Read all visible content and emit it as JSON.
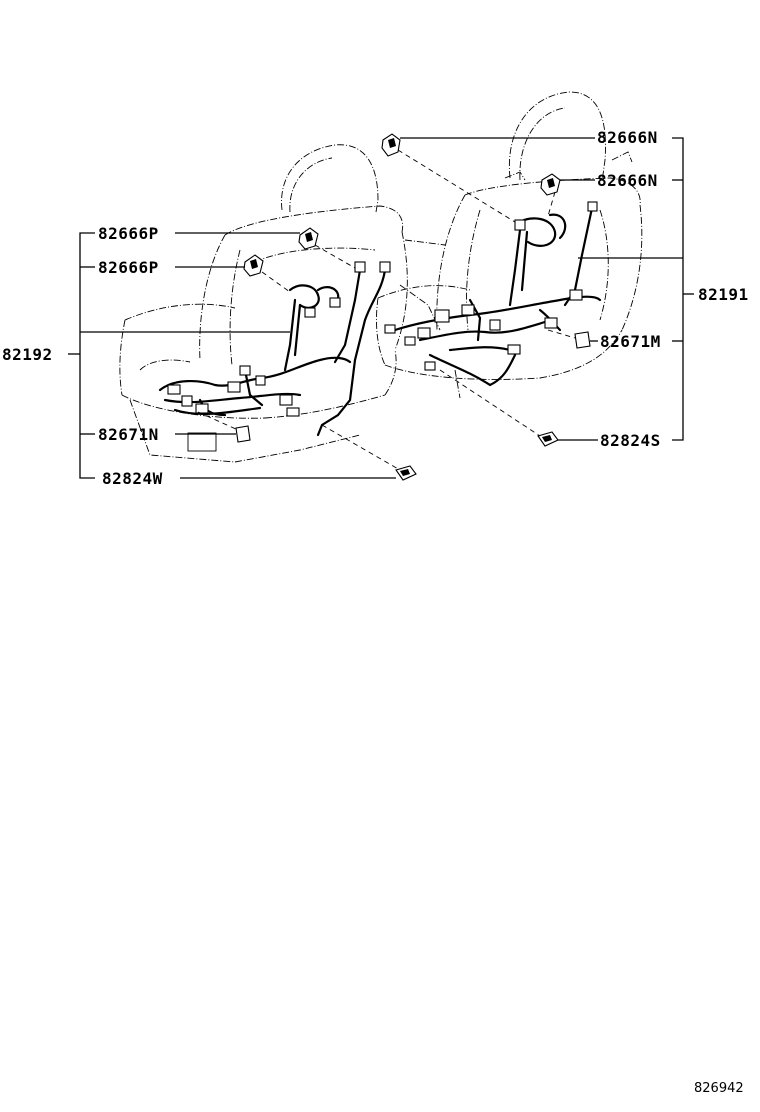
{
  "labels": {
    "p82666n_top": "82666N",
    "p82666n_mid": "82666N",
    "p82666p_top": "82666P",
    "p82666p_mid": "82666P",
    "p82191": "82191",
    "p82192": "82192",
    "p82671m": "82671M",
    "p82671n": "82671N",
    "p82824s": "82824S",
    "p82824w": "82824W"
  },
  "diagram_code": "826942"
}
